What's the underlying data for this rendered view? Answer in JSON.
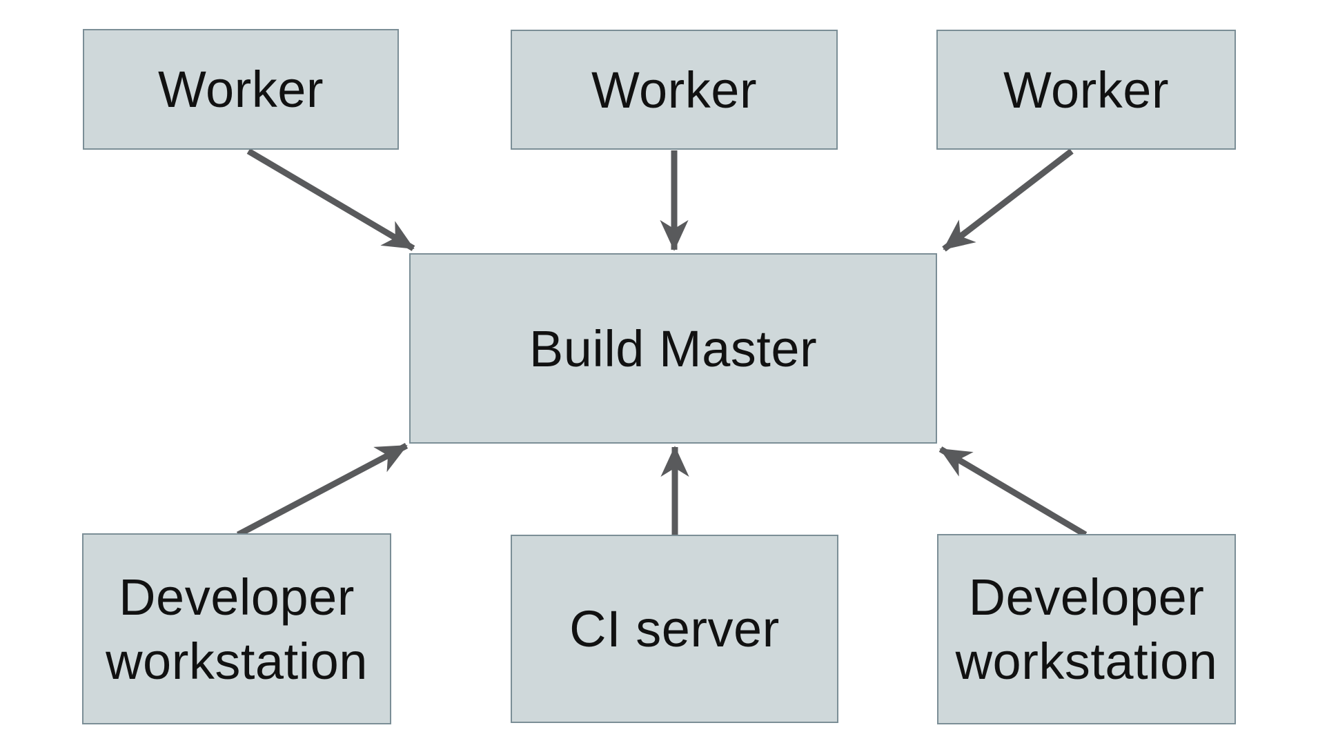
{
  "colors": {
    "background": "#ffffff",
    "node-fill": "#cfd8da",
    "node-border": "#7b8e96",
    "arrow-color": "#595a5c",
    "text-color": "#111111"
  },
  "nodes": [
    {
      "id": "worker-top-left",
      "label": "Worker"
    },
    {
      "id": "worker-top-center",
      "label": "Worker"
    },
    {
      "id": "worker-top-right",
      "label": "Worker"
    },
    {
      "id": "build-master",
      "label": "Build Master"
    },
    {
      "id": "developer-workstation-left",
      "label": "Developer workstation"
    },
    {
      "id": "ci-server",
      "label": "CI server"
    },
    {
      "id": "developer-workstation-right",
      "label": "Developer workstation"
    }
  ],
  "edges": [
    {
      "from": "worker-top-left",
      "to": "build-master"
    },
    {
      "from": "worker-top-center",
      "to": "build-master"
    },
    {
      "from": "worker-top-right",
      "to": "build-master"
    },
    {
      "from": "developer-workstation-left",
      "to": "build-master"
    },
    {
      "from": "ci-server",
      "to": "build-master"
    },
    {
      "from": "developer-workstation-right",
      "to": "build-master"
    }
  ]
}
